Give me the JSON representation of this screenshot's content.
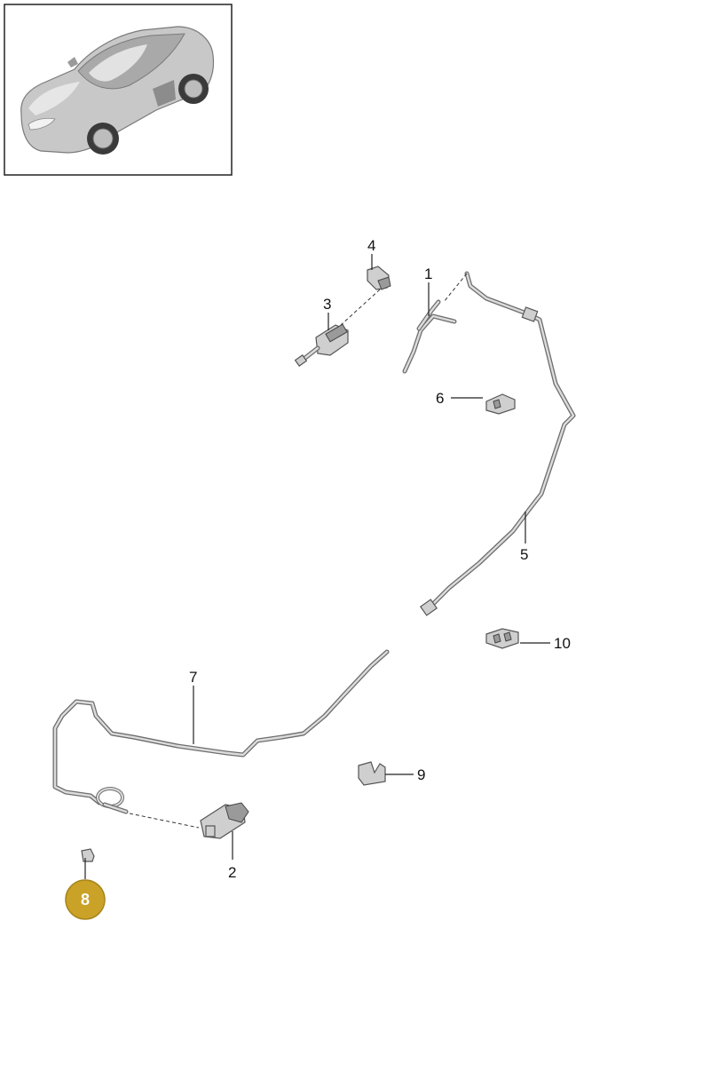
{
  "thumbnail": {
    "icon": "sports-car-icon"
  },
  "callouts": {
    "p1": "1",
    "p2": "2",
    "p3": "3",
    "p4": "4",
    "p5": "5",
    "p6": "6",
    "p7": "7",
    "p8": "8",
    "p9": "9",
    "p10": "10"
  },
  "colors": {
    "highlight_badge": "#c9a227",
    "badge_border": "#a8841a",
    "line": "#222222"
  }
}
